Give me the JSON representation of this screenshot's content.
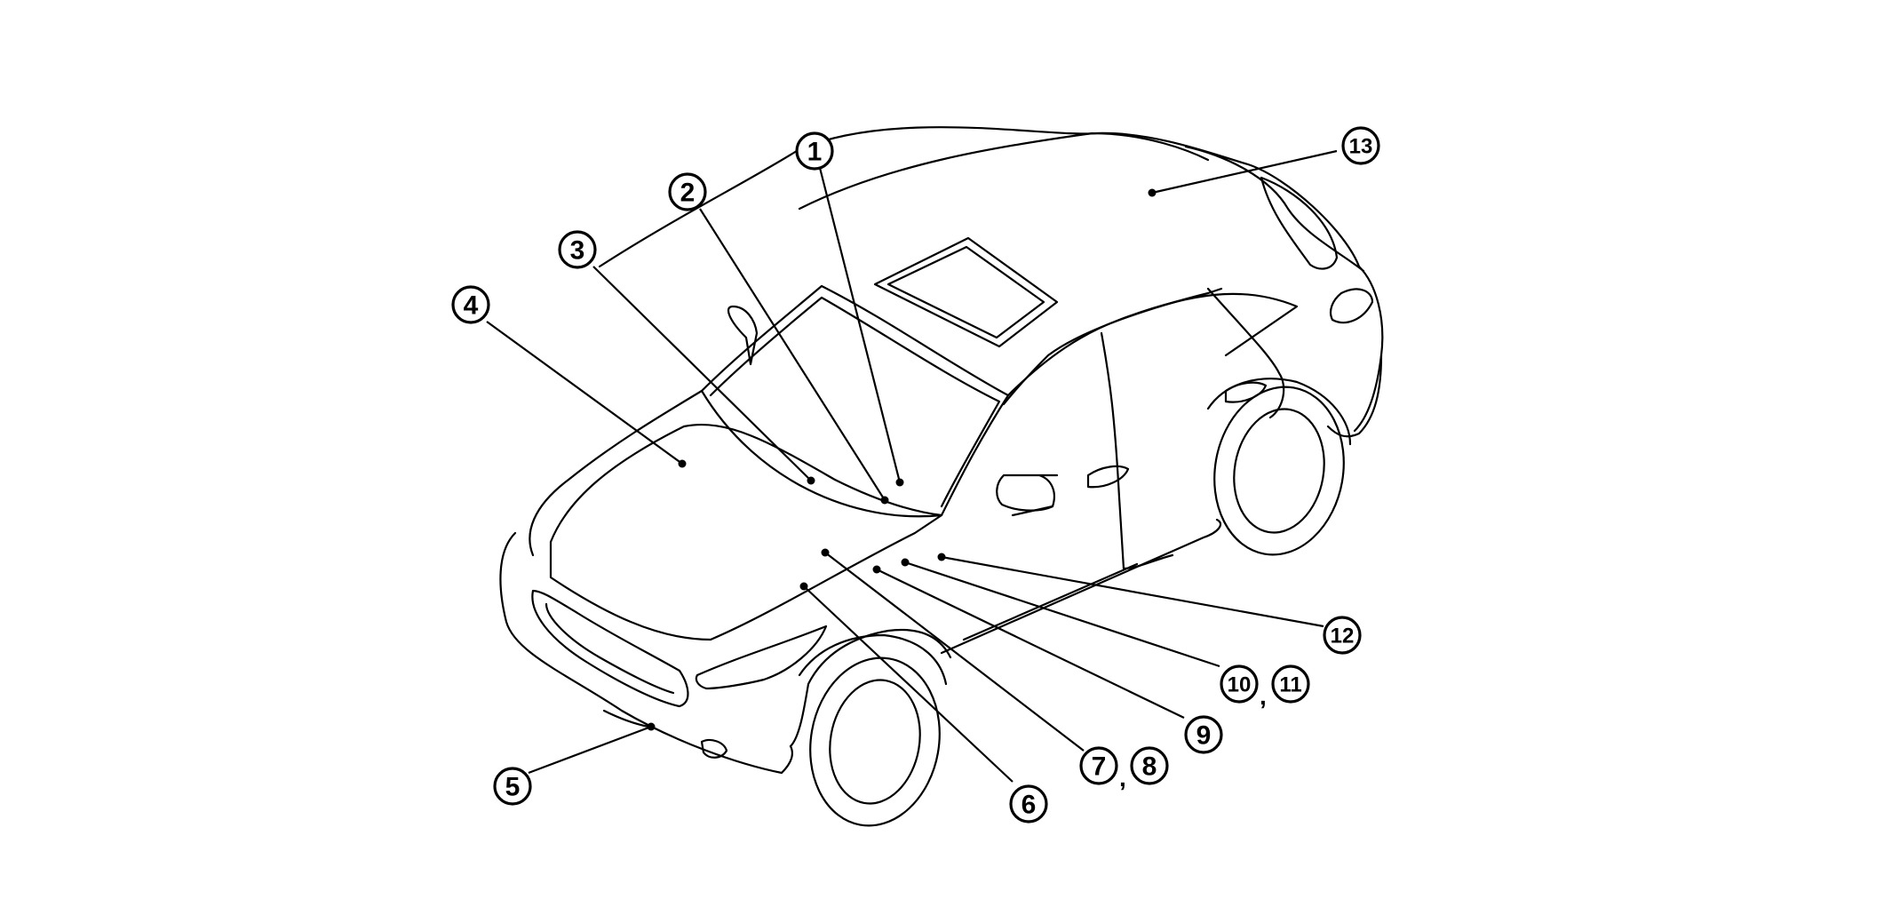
{
  "callouts": [
    {
      "id": "c1",
      "label": "1"
    },
    {
      "id": "c2",
      "label": "2"
    },
    {
      "id": "c3",
      "label": "3"
    },
    {
      "id": "c4",
      "label": "4"
    },
    {
      "id": "c5",
      "label": "5"
    },
    {
      "id": "c6",
      "label": "6"
    },
    {
      "id": "c7",
      "label": "7"
    },
    {
      "id": "c8",
      "label": "8"
    },
    {
      "id": "c9",
      "label": "9"
    },
    {
      "id": "c10",
      "label": "10"
    },
    {
      "id": "c11",
      "label": "11"
    },
    {
      "id": "c12",
      "label": "12"
    },
    {
      "id": "c13",
      "label": "13"
    }
  ],
  "separators": {
    "pair_7_8": ",",
    "pair_10_11": ","
  }
}
